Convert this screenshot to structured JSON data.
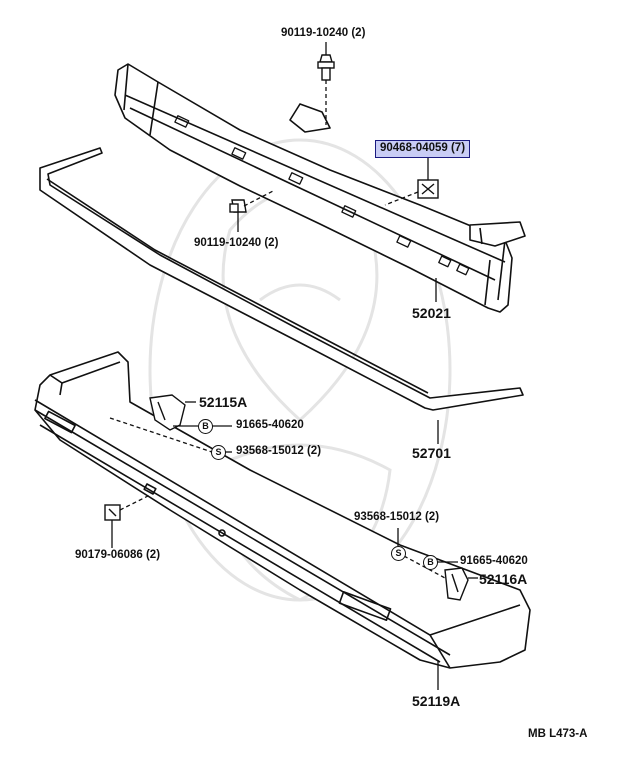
{
  "parts": {
    "bolt_top": "90119-10240 (2)",
    "clip_highlight": "90468-04059 (7)",
    "bolt_mid": "90119-10240 (2)",
    "reinforcement": "52021",
    "retainer": "52115A",
    "bolt_b_left": "91665-40620",
    "screw_s_left": "93568-15012 (2)",
    "strip": "52701",
    "clip_left": "90179-06086 (2)",
    "screw_s_right": "93568-15012 (2)",
    "bolt_b_right": "91665-40620",
    "retainer_right": "52116A",
    "bumper_cover": "52119A"
  },
  "badges": {
    "b": "B",
    "s": "S"
  },
  "figure_code": "MB L473-A",
  "colors": {
    "ink": "#111111",
    "highlight_fill": "#c9cdf5",
    "highlight_border": "#1a1a80"
  }
}
